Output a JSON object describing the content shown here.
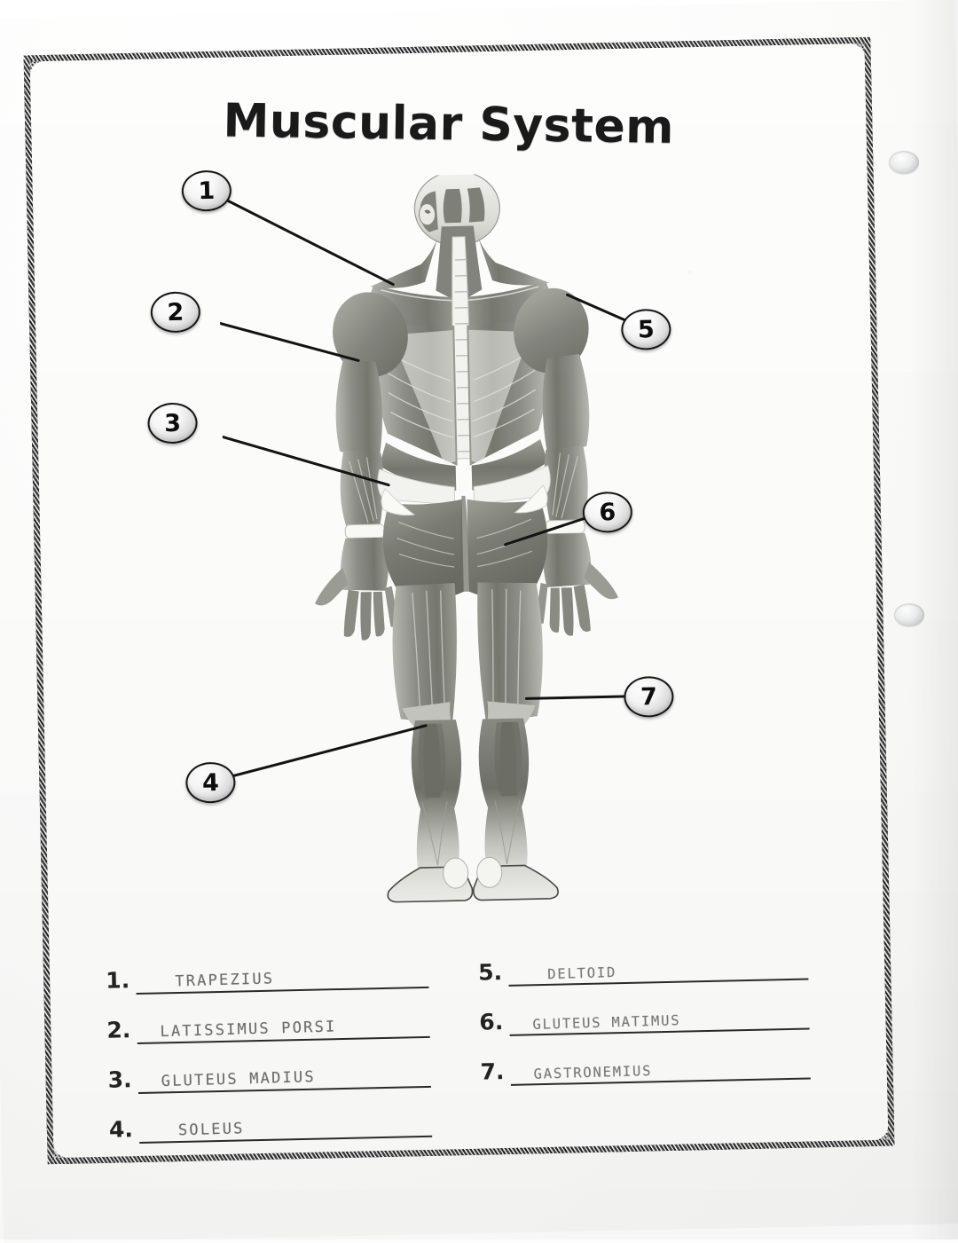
{
  "worksheet": {
    "title": "Muscular System",
    "figure_caption": "posterior-view-human-muscular-anatomy"
  },
  "callouts": [
    {
      "id": "1",
      "label": "1",
      "target": "trapezius"
    },
    {
      "id": "2",
      "label": "2",
      "target": "latissimus-dorsi"
    },
    {
      "id": "3",
      "label": "3",
      "target": "gluteus-medius"
    },
    {
      "id": "4",
      "label": "4",
      "target": "soleus"
    },
    {
      "id": "5",
      "label": "5",
      "target": "deltoid"
    },
    {
      "id": "6",
      "label": "6",
      "target": "gluteus-maximus"
    },
    {
      "id": "7",
      "label": "7",
      "target": "gastrocnemius"
    }
  ],
  "answers": {
    "left": [
      {
        "number": "1.",
        "handwriting": "TRAPEZIUS",
        "indent": true
      },
      {
        "number": "2.",
        "handwriting": "LATISSIMUS  PORSI",
        "indent": false
      },
      {
        "number": "3.",
        "handwriting": "GLUTEUS  MADIUS",
        "indent": false
      },
      {
        "number": "4.",
        "handwriting": "SOLEUS",
        "indent": true
      }
    ],
    "right": [
      {
        "number": "5.",
        "handwriting": "DELTOID",
        "indent": true
      },
      {
        "number": "6.",
        "handwriting": "GLUTEUS  MATIMUS",
        "indent": false
      },
      {
        "number": "7.",
        "handwriting": "GASTRONEMIUS",
        "indent": false
      }
    ]
  },
  "colors": {
    "frame": "#2c2c2c",
    "paper": "#fdfdfc",
    "ink_print": "#1a1a1a",
    "ink_pencil": "#5c5c58",
    "muscle_mid": "#8f9089",
    "muscle_dark": "#6e6f68",
    "muscle_light": "#c9cac3",
    "tendon": "#f4f4f1"
  },
  "page_features": {
    "hole_punch_count": 2,
    "hole_punch_side": "right"
  }
}
